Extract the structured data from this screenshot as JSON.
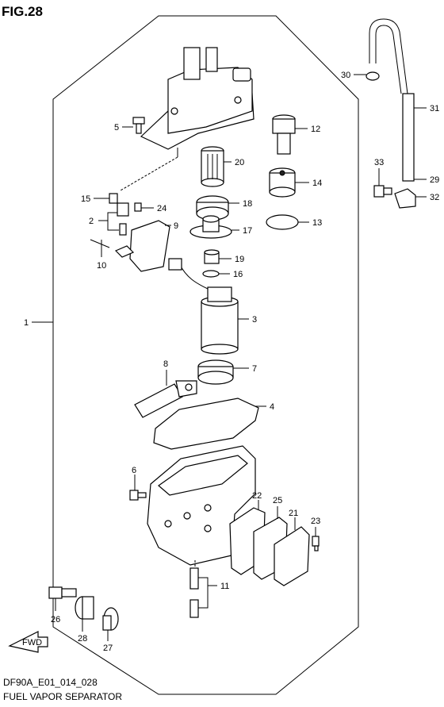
{
  "figure": {
    "label": "FIG.28",
    "code": "DF90A_E01_014_028",
    "title": "FUEL VAPOR SEPARATOR"
  },
  "direction_tag": "FWD",
  "callouts": [
    "1",
    "2",
    "3",
    "4",
    "5",
    "6",
    "7",
    "8",
    "9",
    "10",
    "11",
    "12",
    "13",
    "14",
    "15",
    "16",
    "17",
    "18",
    "19",
    "20",
    "21",
    "22",
    "23",
    "24",
    "25",
    "26",
    "27",
    "28",
    "29",
    "30",
    "31",
    "32",
    "33"
  ]
}
